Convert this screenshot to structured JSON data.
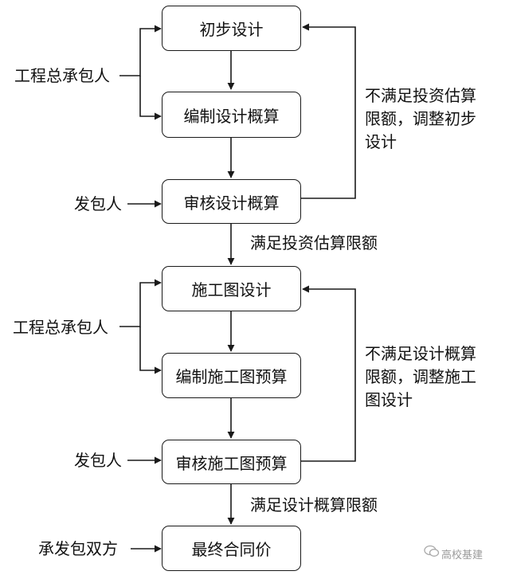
{
  "flow": {
    "box_initial_design": "初步设计",
    "box_prepare_estimate": "编制设计概算",
    "box_review_estimate": "审核设计概算",
    "box_construction_design": "施工图设计",
    "box_prepare_budget": "编制施工图预算",
    "box_review_budget": "审核施工图预算",
    "box_final_price": "最终合同价"
  },
  "actors": {
    "general_contractor_1": "工程总承包人",
    "employer_1": "发包人",
    "general_contractor_2": "工程总承包人",
    "employer_2": "发包人",
    "both_parties": "承发包双方"
  },
  "conditions": {
    "meets_investment_limit": "满足投资估算限额",
    "not_meet_investment_lines": [
      "不满足投资估算",
      "限额，调整初步",
      "设计"
    ],
    "meets_estimate_limit": "满足设计概算限额",
    "not_meet_estimate_lines": [
      "不满足设计概算",
      "限额，调整施工",
      "图设计"
    ]
  },
  "watermark": {
    "text": "高校基建"
  }
}
